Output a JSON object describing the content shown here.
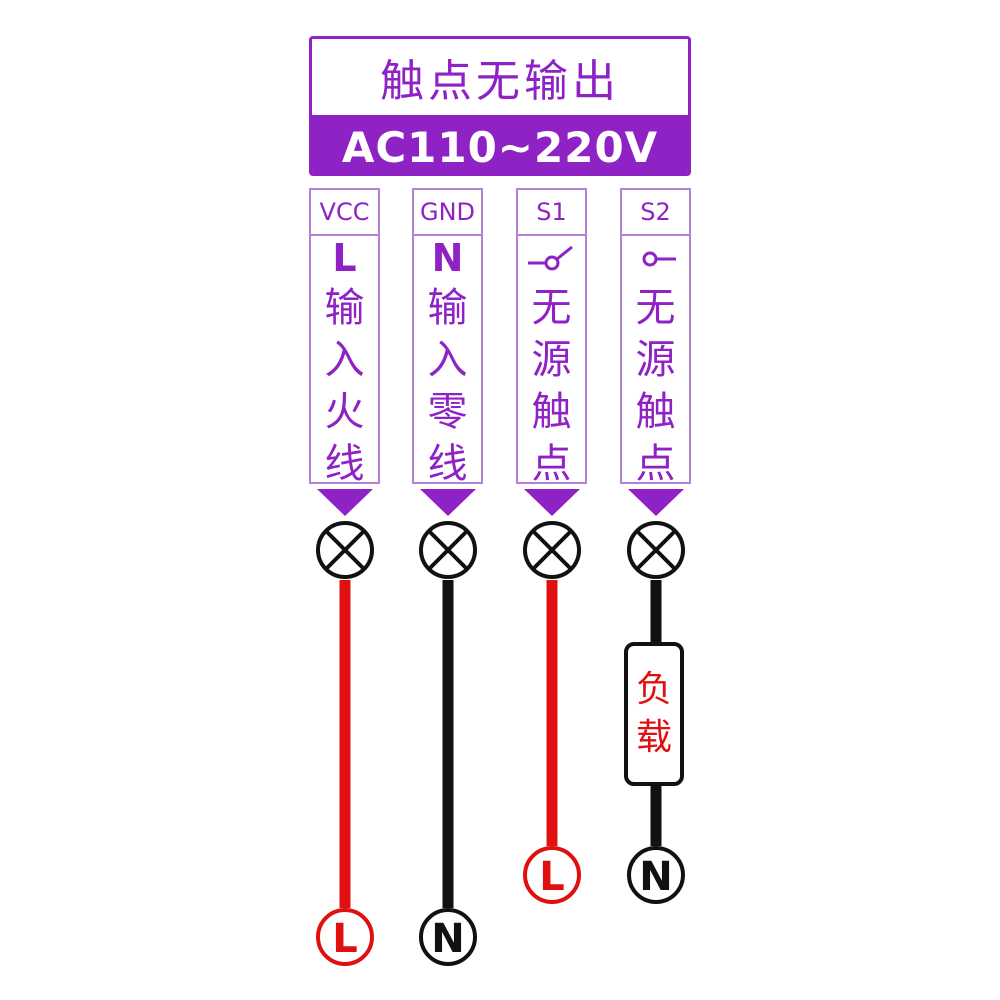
{
  "header": {
    "title": "触点无输出",
    "voltage": "AC110~220V"
  },
  "terminals": [
    {
      "code": "VCC",
      "letter": "L",
      "desc": [
        "输",
        "入",
        "火",
        "线"
      ],
      "wire_color": "#e01010",
      "end_label": "L"
    },
    {
      "code": "GND",
      "letter": "N",
      "desc": [
        "输",
        "入",
        "零",
        "线"
      ],
      "wire_color": "#111111",
      "end_label": "N"
    },
    {
      "code": "S1",
      "icon": "switch-closed-icon",
      "desc": [
        "无",
        "源",
        "触",
        "点"
      ],
      "wire_color": "#e01010",
      "end_label": "L"
    },
    {
      "code": "S2",
      "icon": "switch-open-icon",
      "desc": [
        "无",
        "源",
        "触",
        "点"
      ],
      "wire_color": "#111111",
      "end_label": "N"
    }
  ],
  "load": {
    "chars": [
      "负",
      "载"
    ]
  },
  "colors": {
    "purple": "#8f22c4",
    "red": "#e01010",
    "black": "#111111"
  }
}
